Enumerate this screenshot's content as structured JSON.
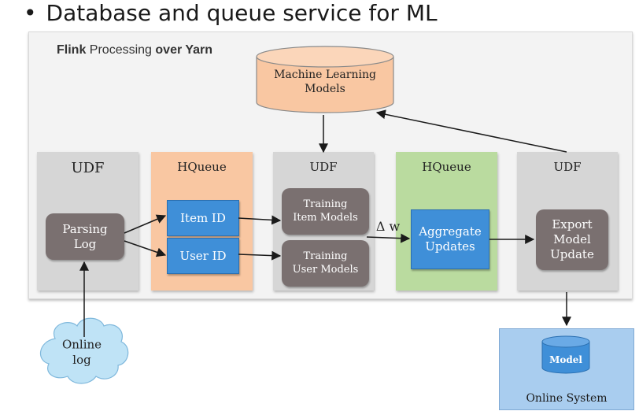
{
  "heading": {
    "bullet": "•",
    "text": "Database and queue service for ML"
  },
  "panel": {
    "title_bold1": "Flink",
    "title_normal": " Processing ",
    "title_bold2": "over Yarn"
  },
  "ml_models": "Machine Learning\nModels",
  "columns": [
    {
      "label": "UDF"
    },
    {
      "label": "HQueue"
    },
    {
      "label": "UDF"
    },
    {
      "label": "HQueue"
    },
    {
      "label": "UDF"
    }
  ],
  "boxes": {
    "parsing_log": "Parsing\nLog",
    "item_id": "Item ID",
    "user_id": "User ID",
    "training_item": "Training\nItem Models",
    "training_user": "Training\nUser Models",
    "aggregate": "Aggregate\nUpdates",
    "export": "Export\nModel\nUpdate"
  },
  "delta_w": "Δ w",
  "online_log": "Online\nlog",
  "online_system": {
    "model": "Model",
    "label": "Online System"
  },
  "colors": {
    "grey_column": "#d6d6d6",
    "orange_column": "#f9c7a2",
    "green_column": "#badb9f",
    "dark_box": "#7a7070",
    "blue_box": "#3f8fd8",
    "cylinder_fill": "#f9c7a2",
    "cloud_fill": "#bfe3f6",
    "online_system_bg": "#a9cdef"
  }
}
